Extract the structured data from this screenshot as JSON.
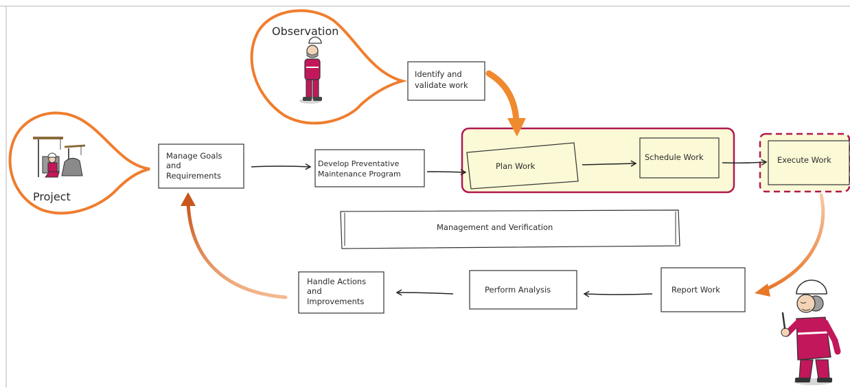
{
  "bubbles": {
    "observation": "Observation",
    "project": "Project"
  },
  "steps": {
    "identify": [
      "Identify and",
      "validate work"
    ],
    "manage_goals": [
      "Manage Goals",
      "and",
      "Requirements"
    ],
    "develop_pm": [
      "Develop Preventative",
      "Maintenance Program"
    ],
    "plan_work": "Plan Work",
    "schedule_work": "Schedule Work",
    "execute_work": "Execute Work",
    "report_work": "Report Work",
    "perform_analysis": "Perform Analysis",
    "handle_actions": [
      "Handle Actions",
      "and",
      "Improvements"
    ]
  },
  "management": "Management and Verification",
  "colors": {
    "accent_orange": "#ef7d2e",
    "highlight_magenta": "#b0174f",
    "highlight_fill": "#fbf9d6",
    "worker_red": "#c2185b"
  },
  "icons": [
    "observation-worker-icon",
    "project-construction-icon",
    "pointing-worker-icon"
  ]
}
